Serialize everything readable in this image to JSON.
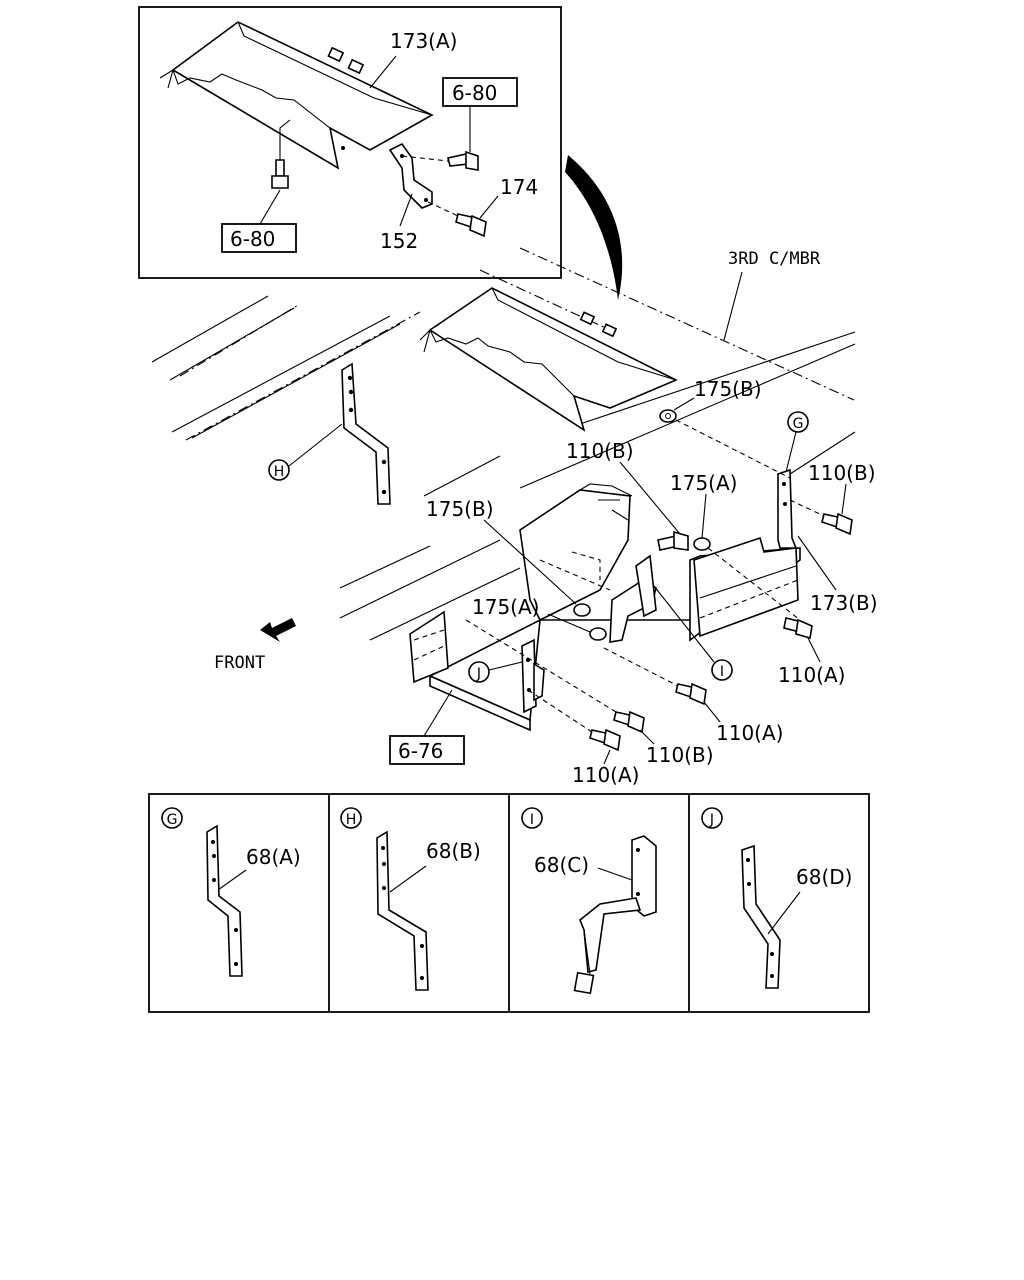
{
  "inset": {
    "labels": {
      "cover_a": "173(A)",
      "ref_right": "6-80",
      "ref_left": "6-80",
      "bolt": "174",
      "bracket": "152"
    }
  },
  "main": {
    "labels": {
      "crossmember": "3RD C/MBR",
      "nut_b_top": "175(B)",
      "bolt_b_upper": "110(B)",
      "nut_a_upper": "175(A)",
      "bolt_b_right": "110(B)",
      "nut_b_left": "175(B)",
      "nut_a_left": "175(A)",
      "cover_b": "173(B)",
      "bolt_a_right": "110(A)",
      "bolt_a_mid": "110(A)",
      "bolt_b_lower": "110(B)",
      "bolt_a_lower": "110(A)",
      "ref_bottom": "6-76",
      "front": "FRONT"
    },
    "callouts": {
      "g": "G",
      "h": "H",
      "i": "I",
      "j": "J"
    }
  },
  "details": [
    {
      "letter": "G",
      "part": "68(A)"
    },
    {
      "letter": "H",
      "part": "68(B)"
    },
    {
      "letter": "I",
      "part": "68(C)"
    },
    {
      "letter": "J",
      "part": "68(D)"
    }
  ]
}
